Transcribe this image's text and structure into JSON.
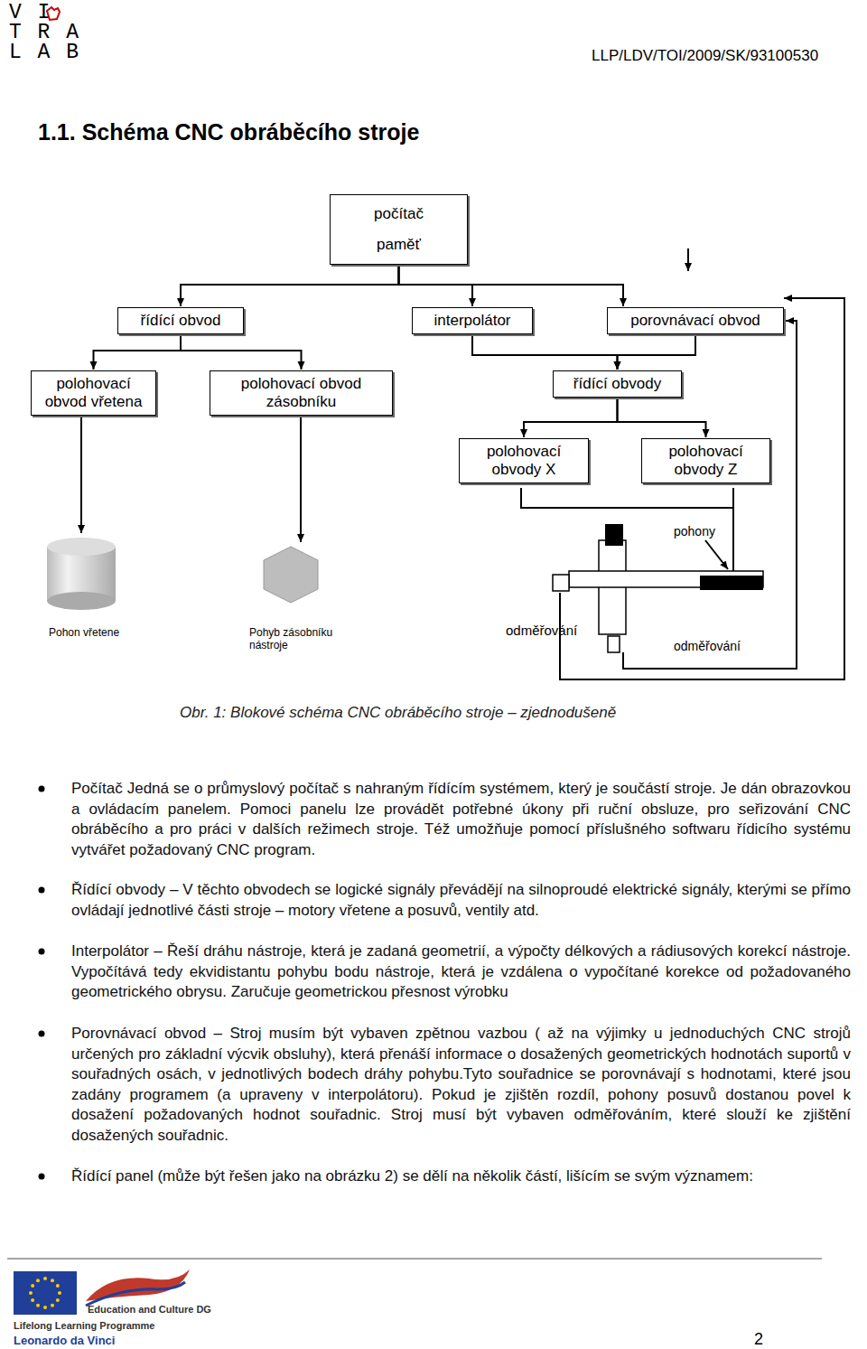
{
  "diagram": {
    "title": "1.1. Schéma CNC obráběcího stroje",
    "caption": "Obr. 1: Blokové schéma CNC obráběcího stroje – zjednodušeně",
    "nodes": [
      {
        "text": [
          "počítač",
          "paměť"
        ]
      },
      {
        "text": [
          "řídící obvod"
        ]
      },
      {
        "text": [
          "interpolátor"
        ]
      },
      {
        "text": [
          "porovnávací obvod"
        ]
      },
      {
        "text": [
          "polohovací obvod vřetena"
        ]
      },
      {
        "text": [
          "polohovací obvod zásobníku"
        ]
      },
      {
        "text": [
          "řídící obvody"
        ]
      },
      {
        "text": [
          "polohovací obvody X"
        ]
      },
      {
        "text": [
          "polohovací obvody Z"
        ]
      }
    ],
    "edges": [
      {
        "from": 0,
        "to": 1,
        "arrow": "to"
      },
      {
        "from": 0,
        "to": 2,
        "arrow": "to"
      },
      {
        "from": 0,
        "to": 3,
        "arrow": "to"
      },
      {
        "from": 1,
        "to": 4,
        "arrow": "to"
      },
      {
        "from": 1,
        "to": 5,
        "arrow": "to"
      },
      {
        "from": 2,
        "to": 6,
        "arrow": "to"
      },
      {
        "from": 3,
        "to": 6,
        "arrow": "to"
      },
      {
        "from": 6,
        "to": 7,
        "arrow": "to"
      },
      {
        "from": 6,
        "to": 8,
        "arrow": "to"
      }
    ],
    "labels": [
      "V I",
      "T R A",
      "L A B",
      "LLP/LDV/TOI/2009/SK/93100530",
      "Pohon vřetene",
      "Pohyb zásobníku nástroje",
      "odměřování",
      "pohony",
      "odměřování",
      "Počítač Jedná se o průmyslový počítač s nahraným řídícím systémem, který je součástí stroje. Je dán obrazovkou a ovládacím panelem. Pomoci panelu lze provádět potřebné úkony při ruční obsluze, pro seřizování CNC obráběcího a pro práci v dalších režimech stroje. Též umožňuje pomocí příslušného softwaru řídicího systému vytvářet požadovaný CNC program.",
      "Řídící obvody – V těchto obvodech se logické signály převádějí na silnoproudé elektrické signály, kterými se přímo ovládají jednotlivé části stroje – motory vřetene a posuvů, ventily atd.",
      "Interpolátor – Řeší dráhu nástroje, která je zadaná geometrií, a výpočty délkových a rádiusových korekcí nástroje. Vypočítává tedy ekvidistantu pohybu bodu nástroje, která je vzdálena o vypočítané korekce od požadovaného geometrického obrysu. Zaručuje geometrickou přesnost výrobku",
      "Porovnávací obvod – Stroj musím být vybaven zpětnou vazbou ( až na výjimky u jednoduchých CNC strojů určených pro základní výcvik obsluhy), která přenáší informace o dosažených geometrických hodnotách suportů v souřadných osách, v jednotlivých bodech dráhy pohybu.Tyto souřadnice se porovnávají s hodnotami, které jsou zadány programem (a upraveny v interpolátoru). Pokud je zjištěn rozdíl, pohony posuvů dostanou povel k dosažení požadovaných hodnot souřadnic. Stroj musí být vybaven odměřováním, které slouží ke zjištění dosažených souřadnic.",
      "Řídící panel (může být řešen jako na obrázku 2) se dělí na několik částí, lišícím se svým významem:",
      "Education and Culture DG",
      "Lifelong Learning Programme",
      "Leonardo da Vinci",
      "2"
    ]
  }
}
